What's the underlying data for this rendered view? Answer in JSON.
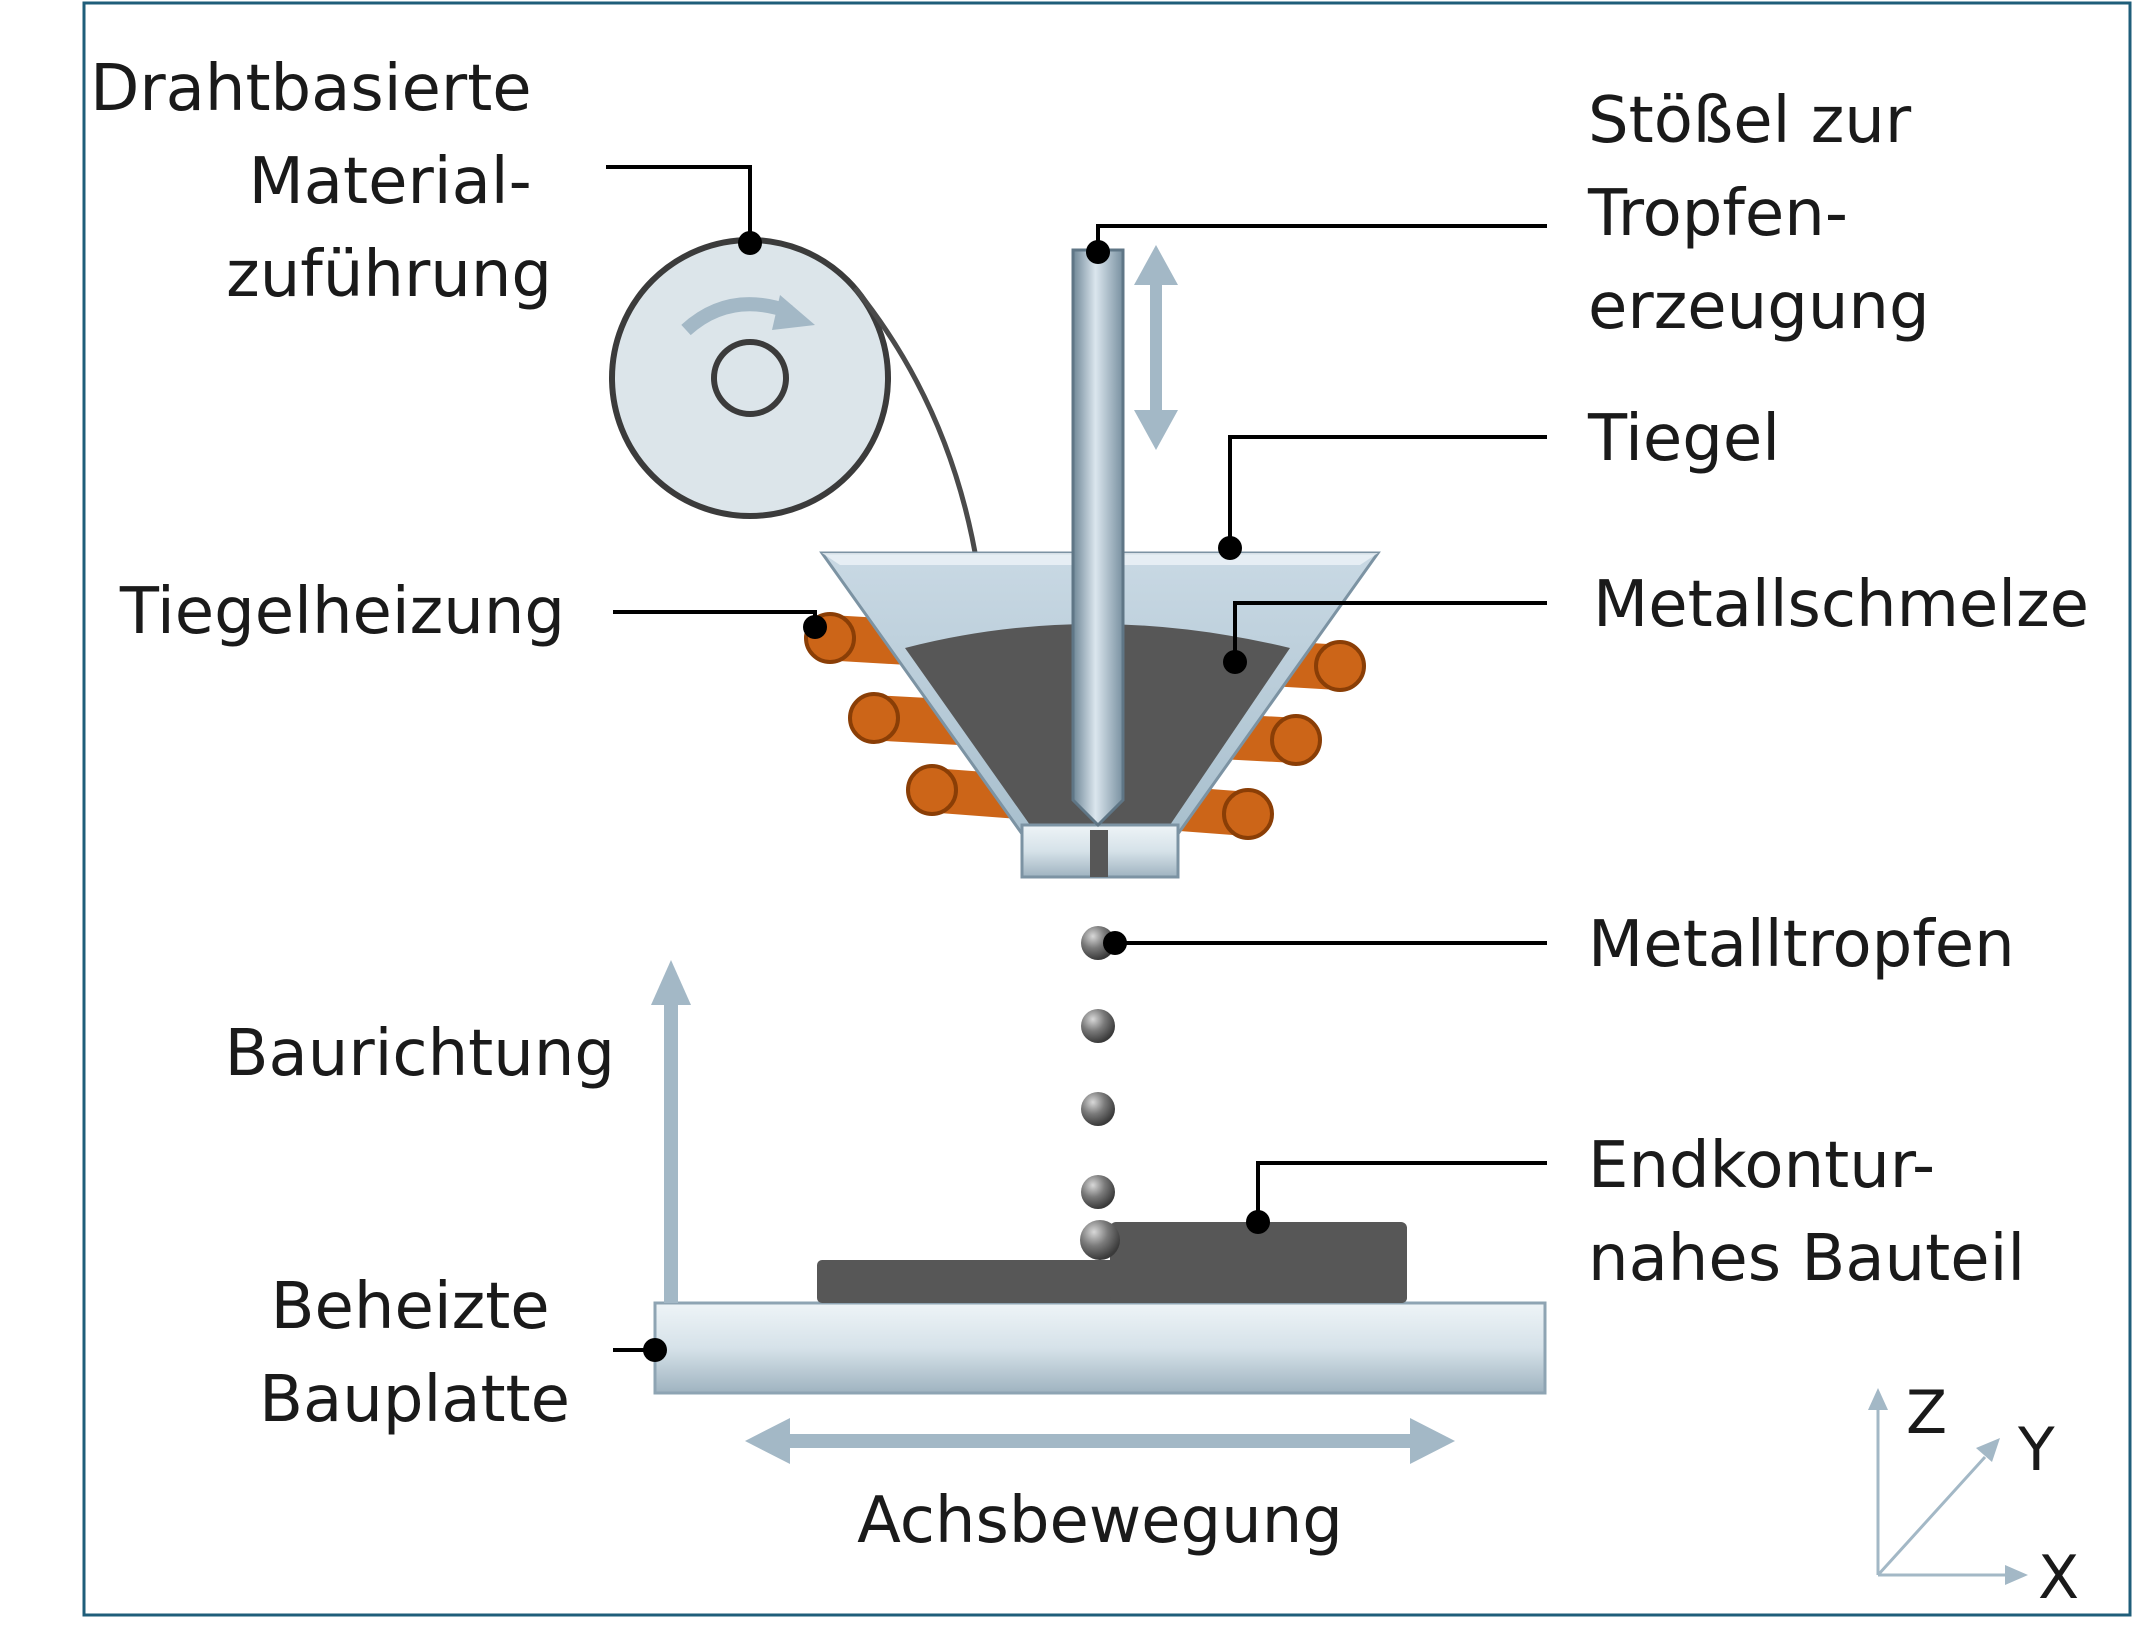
{
  "labels": {
    "wire_feed": [
      "Drahtbasierte",
      "Material-",
      "zuführung"
    ],
    "plunger": [
      "Stößel zur",
      "Tropfen-",
      "erzeugung"
    ],
    "crucible": "Tiegel",
    "crucible_heating": "Tiegelheizung",
    "metal_melt": "Metallschmelze",
    "metal_droplets": "Metalltropfen",
    "build_direction": "Baurichtung",
    "near_net_part": [
      "Endkontur-",
      "nahes Bauteil"
    ],
    "heated_build_plate": [
      "Beheizte",
      "Bauplatte"
    ],
    "axis_motion": "Achsbewegung"
  },
  "axes": {
    "z": "Z",
    "y": "Y",
    "x": "X"
  },
  "colors": {
    "frame": "#1f5e7a",
    "leader": "#000000",
    "arrow": "#a3b8c6",
    "spool_fill": "#dce5ea",
    "melt": "#575757",
    "coil": "#cc6518",
    "steel": "#b6c9d6"
  }
}
